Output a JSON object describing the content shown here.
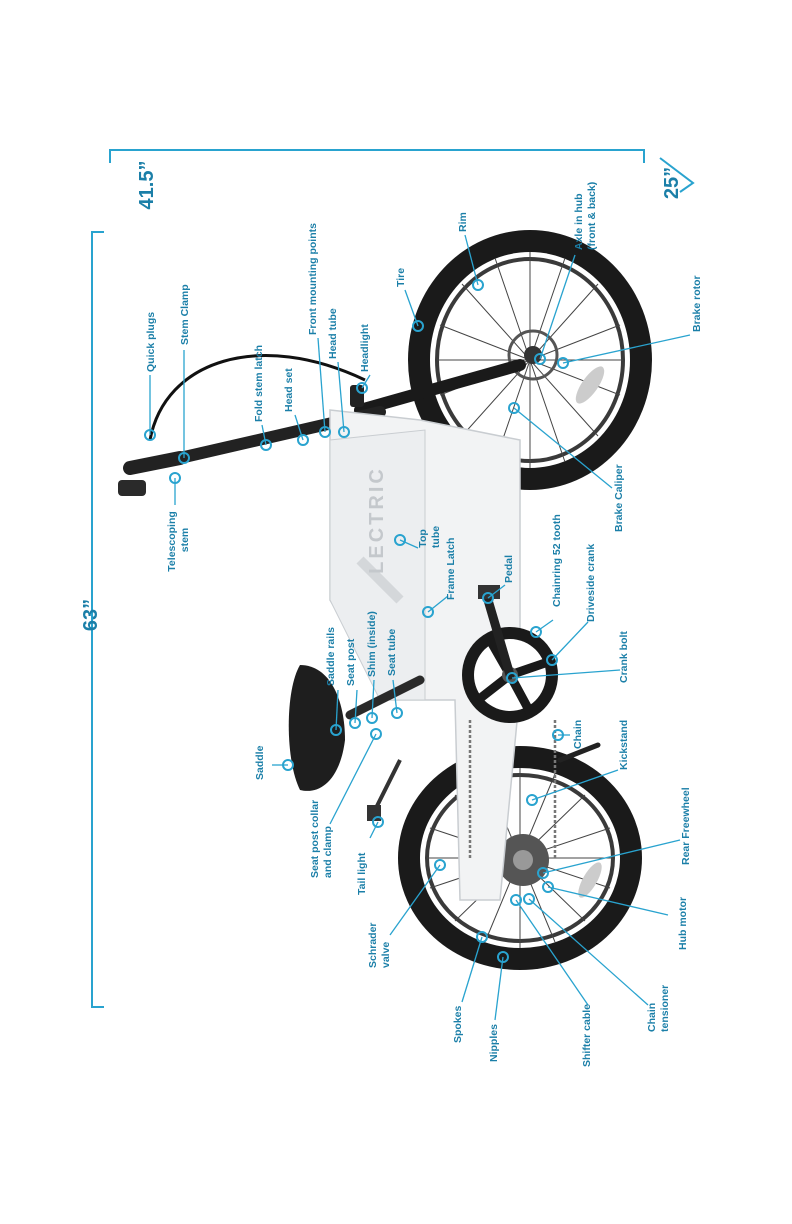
{
  "dimensions": {
    "length": "63”",
    "height": "41.5”",
    "width": "25”"
  },
  "brand_logo": "LECTRIC",
  "labels": {
    "telescoping_stem": [
      "Telescoping",
      "stem"
    ],
    "quick_plugs": "Quick plugs",
    "stem_clamp": "Stem Clamp",
    "fold_stem_latch": "Fold stem latch",
    "head_set": "Head set",
    "front_mounting_points": "Front mounting points",
    "head_tube": "Head tube",
    "headlight": "Headlight",
    "tire": "Tire",
    "rim": "Rim",
    "axle_in_hub": [
      "Axle in hub",
      "(front & back)"
    ],
    "brake_rotor": "Brake rotor",
    "brake_caliper": "Brake Caliper",
    "top_tube": [
      "Top",
      "tube"
    ],
    "frame_latch": "Frame Latch",
    "pedal": "Pedal",
    "chainring": "Chainring 52 tooth",
    "driveside_crank": "Driveside crank",
    "crank_bolt": "Crank bolt",
    "chain": "Chain",
    "kickstand": "Kickstand",
    "rear_freewheel": "Rear Freewheel",
    "hub_motor": "Hub motor",
    "chain_tensioner": [
      "Chain",
      "tensioner"
    ],
    "shifter_cable": "Shifter cable",
    "nipples": "Nipples",
    "spokes": "Spokes",
    "schrader_valve": [
      "Schrader",
      "valve"
    ],
    "tail_light": "Tail light",
    "seat_post_collar": [
      "Seat post collar",
      "and clamp"
    ],
    "saddle": "Saddle",
    "saddle_rails": "Saddle rails",
    "seat_post": "Seat post",
    "shim": "Shim (inside)",
    "seat_tube": "Seat tube"
  },
  "colors": {
    "accent": "#29a3cf",
    "label_text": "#1b7fa8",
    "frame": "#f2f3f4",
    "tire": "#1a1a1a"
  }
}
